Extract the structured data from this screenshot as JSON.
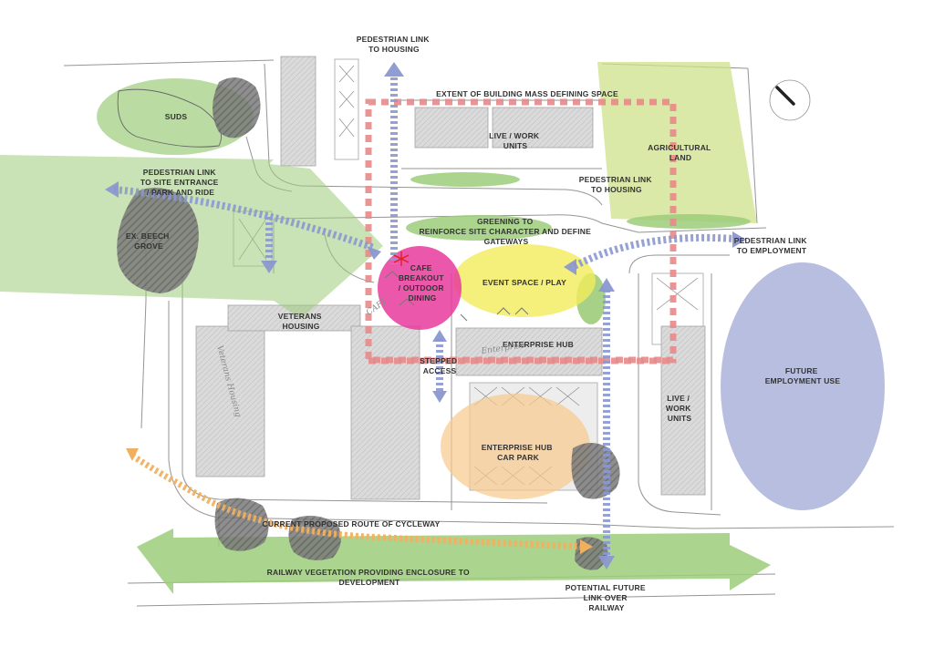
{
  "labels": {
    "pedestrian_link_housing_top": [
      "PEDESTRIAN LINK",
      "TO HOUSING"
    ],
    "extent_building_mass": "EXTENT OF BUILDING MASS DEFINING SPACE",
    "suds": "SUDS",
    "live_work_top": [
      "LIVE / WORK",
      "UNITS"
    ],
    "agricultural_land": [
      "AGRICULTURAL",
      "LAND"
    ],
    "pedestrian_link_site_entrance": [
      "PEDESTRIAN LINK",
      "TO SITE ENTRANCE",
      "/ PARK AND RIDE"
    ],
    "pedestrian_link_housing_mid": [
      "PEDESTRIAN LINK",
      "TO HOUSING"
    ],
    "ex_beech_grove": [
      "EX. BEECH",
      "GROVE"
    ],
    "greening": [
      "GREENING TO",
      "REINFORCE SITE CHARACTER AND DEFINE",
      "GATEWAYS"
    ],
    "pedestrian_link_employment": [
      "PEDESTRIAN LINK",
      "TO EMPLOYMENT"
    ],
    "cafe": [
      "CAFE",
      "BREAKOUT",
      "/ OUTDOOR",
      "DINING"
    ],
    "event_space": "EVENT SPACE / PLAY",
    "veterans_housing": [
      "VETERANS",
      "HOUSING"
    ],
    "enterprise_hub": "ENTERPRISE HUB",
    "stepped_access": [
      "STEPPED",
      "ACCESS"
    ],
    "future_employment": [
      "FUTURE",
      "EMPLOYMENT USE"
    ],
    "live_work_right": [
      "LIVE /",
      "WORK",
      "UNITS"
    ],
    "enterprise_hub_car_park": [
      "ENTERPRISE HUB",
      "CAR PARK"
    ],
    "cycleway": "CURRENT PROPOSED ROUTE OF CYCLEWAY",
    "railway_vegetation": [
      "RAILWAY VEGETATION PROVIDING ENCLOSURE TO",
      "DEVELOPMENT"
    ],
    "future_link_railway": [
      "POTENTIAL FUTURE",
      "LINK OVER",
      "RAILWAY"
    ]
  },
  "handwritten": {
    "veterans_housing_sketch": "Veterans Housing",
    "cafe_sketch": "CAFE",
    "enterprise_sketch": "Enterprise"
  },
  "colors": {
    "green_zone": "#9ccc7a",
    "pink_cafe": "#e8399c",
    "yellow_event": "#f2ec5a",
    "orange_carpark": "#f7c98a",
    "blue_future": "#9aa3d3",
    "agricultural": "#cde28a",
    "pedestrian_blue": "#8b98d0",
    "building_extent_red": "#e88a8a",
    "cycleway_orange": "#f0b060",
    "tree_grey": "#777777"
  },
  "icons": {
    "north_arrow": "north-arrow-icon",
    "cafe_star": "star-icon"
  }
}
